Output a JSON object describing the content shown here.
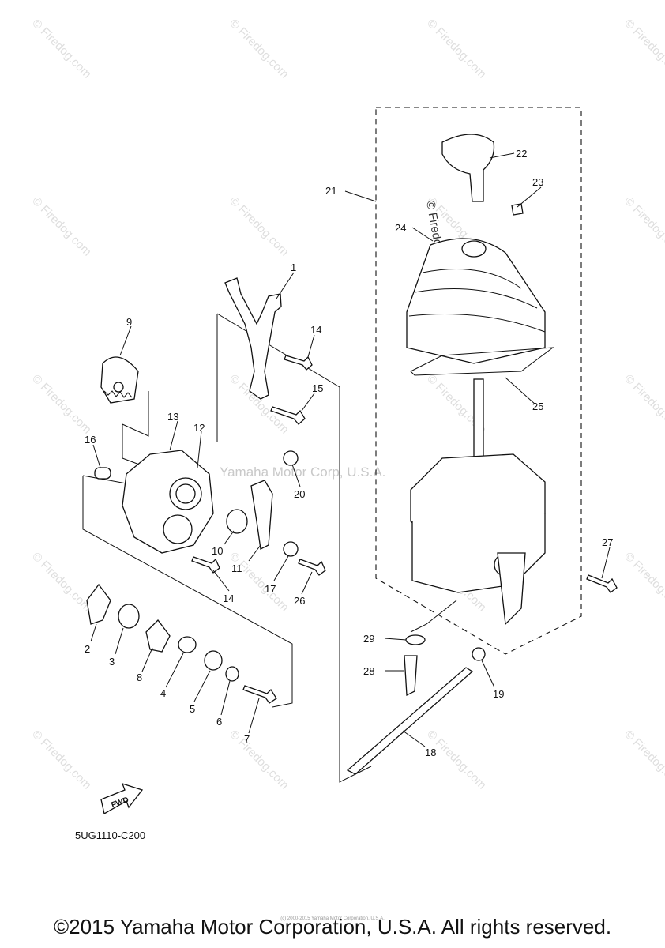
{
  "diagram": {
    "drawing_code": "5UG1110-C200",
    "fwd_label": "FWD",
    "center_watermark": "Yamaha Motor Corp, U.S.A.",
    "firedog_watermark": "© Firedog.com",
    "copyright": "©2015 Yamaha Motor Corporation, U.S.A. All rights reserved.",
    "tiny_copyright": "(c) 2000-2015 Yamaha Motor Corporation, U.S.A.",
    "callouts": [
      "1",
      "2",
      "3",
      "4",
      "5",
      "6",
      "7",
      "8",
      "9",
      "10",
      "11",
      "12",
      "13",
      "14",
      "14",
      "15",
      "16",
      "17",
      "18",
      "19",
      "20",
      "21",
      "22",
      "23",
      "24",
      "25",
      "26",
      "27",
      "28",
      "29"
    ]
  }
}
